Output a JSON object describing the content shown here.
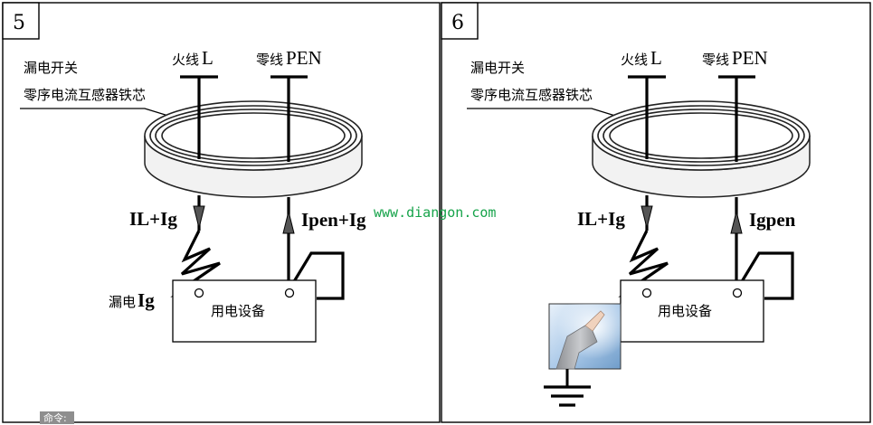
{
  "panel_left": {
    "number": "5",
    "leak_switch_label": "漏电开关",
    "core_label": "零序电流互感器铁芯",
    "live_prefix": "火线",
    "live_letter": "L",
    "neutral_prefix": "零线",
    "neutral_letter": "PEN",
    "current_down": "IL+Ig",
    "current_up": "Ipen+Ig",
    "leak_prefix": "漏电",
    "leak_letter": "Ig",
    "device_label": "用电设备"
  },
  "panel_right": {
    "number": "6",
    "leak_switch_label": "漏电开关",
    "core_label": "零序电流互感器铁芯",
    "live_prefix": "火线",
    "live_letter": "L",
    "neutral_prefix": "零线",
    "neutral_letter": "PEN",
    "current_down": "IL+Ig",
    "current_up": "Igpen",
    "device_label": "用电设备"
  },
  "watermark": "www.diangon.com",
  "command_label": "命令:",
  "colors": {
    "watermark": "#16a34a",
    "ring_fill": "#f2f2f2",
    "arrow_fill": "#555555",
    "photo_sky": "#bcd6ee"
  }
}
